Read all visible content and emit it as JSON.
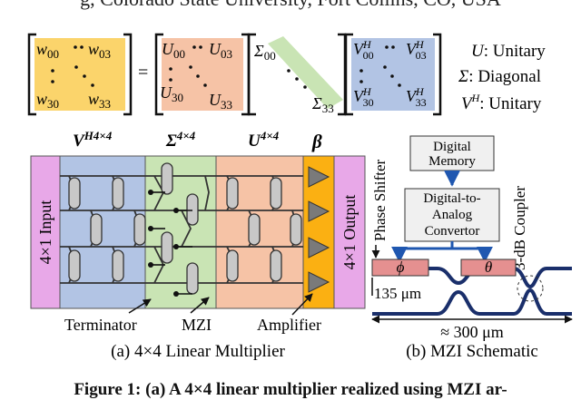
{
  "header": {
    "affiliation_text": "g, Colorado State University, Fort Collins, CO, USA"
  },
  "svd": {
    "w": {
      "tl": "w",
      "tl_sub": "00",
      "tr": "w",
      "tr_sub": "03",
      "bl": "w",
      "bl_sub": "30",
      "br": "w",
      "br_sub": "33"
    },
    "u": {
      "tl": "U",
      "tl_sub": "00",
      "tr": "U",
      "tr_sub": "03",
      "bl": "U",
      "bl_sub": "30",
      "br": "U",
      "br_sub": "33"
    },
    "sigma": {
      "tl": "Σ",
      "tl_sub": "00",
      "br": "Σ",
      "br_sub": "33"
    },
    "v": {
      "tl": "V",
      "tl_sup": "H",
      "tl_sub": "00",
      "tr": "V",
      "tr_sup": "H",
      "tr_sub": "03",
      "bl": "V",
      "bl_sup": "H",
      "bl_sub": "30",
      "br": "V",
      "br_sup": "H",
      "br_sub": "33"
    },
    "equals": "=",
    "legend": [
      {
        "symbol": "U",
        "sup": "",
        "text": ": Unitary"
      },
      {
        "symbol": "Σ",
        "sup": "",
        "text": ": Diagonal"
      },
      {
        "symbol": "V",
        "sup": "H",
        "text": ": Unitary"
      }
    ]
  },
  "multiplier": {
    "input_label": "4×1 Input",
    "output_label": "4×1 Output",
    "section_v": {
      "symbol": "V",
      "sup": "H4×4"
    },
    "section_sigma": {
      "symbol": "Σ",
      "sup": "4×4"
    },
    "section_u": {
      "symbol": "U",
      "sup": "4×4"
    },
    "section_beta": {
      "symbol": "β"
    },
    "terminator_label": "Terminator",
    "mzi_label": "MZI",
    "amplifier_label": "Amplifier",
    "caption": "(a) 4×4 Linear Multiplier"
  },
  "mzi_schematic": {
    "digital_memory": [
      "Digital",
      "Memory"
    ],
    "dac": [
      "Digital-to-",
      "Analog",
      "Convertor"
    ],
    "phase_shifter": "Phase Shifter",
    "coupler": "3-dB Coupler",
    "phi": "ϕ",
    "theta": "θ",
    "len_short": "135 μm",
    "len_total": "≈ 300 μm",
    "caption": "(b) MZI Schematic"
  },
  "figure_caption": "Figure 1: (a) A 4×4 linear multiplier realized using MZI ar-",
  "colors": {
    "yellow": "#fbd46b",
    "salmon": "#f6c3a6",
    "green": "#c9e4b4",
    "blue": "#b2c4e4",
    "pink": "#e8a8e8",
    "orange": "#fbb012",
    "navy": "#1a2f6b",
    "amp": "#7a7a7a",
    "red_box": "#e59090"
  }
}
